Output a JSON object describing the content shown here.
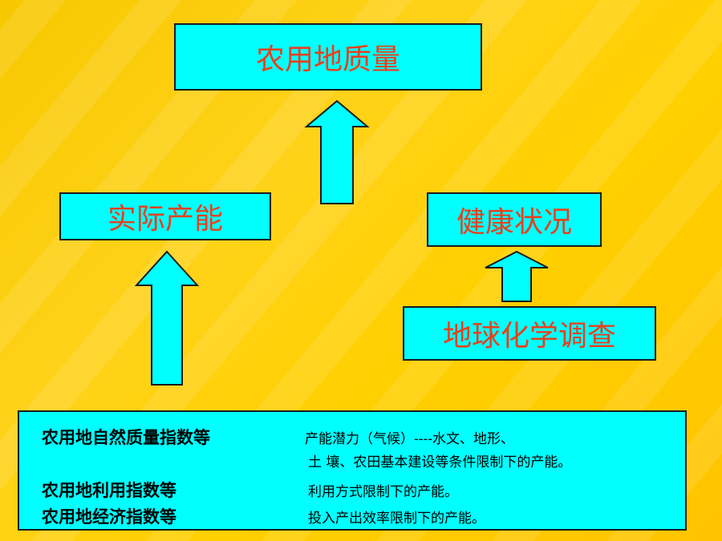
{
  "boxes": {
    "top": "农用地质量",
    "actual": "实际产能",
    "health": "健康状况",
    "geo": "地球化学调查"
  },
  "table": {
    "rows": [
      {
        "label": "农用地自然质量指数等",
        "desc": [
          "产能潜力（气候）----水文、地形、",
          "土 壤、农田基本建设等条件限制下的产能。"
        ]
      },
      {
        "label": "农用地利用指数等",
        "desc": [
          "利用方式限制下的产能。"
        ]
      },
      {
        "label": "农用地经济指数等",
        "desc": [
          "投入产出效率限制下的产能。"
        ]
      }
    ]
  },
  "colors": {
    "background": "#ffd000",
    "box_fill": "#00ffff",
    "box_text": "#e8401c",
    "border": "#1a1a1a"
  }
}
